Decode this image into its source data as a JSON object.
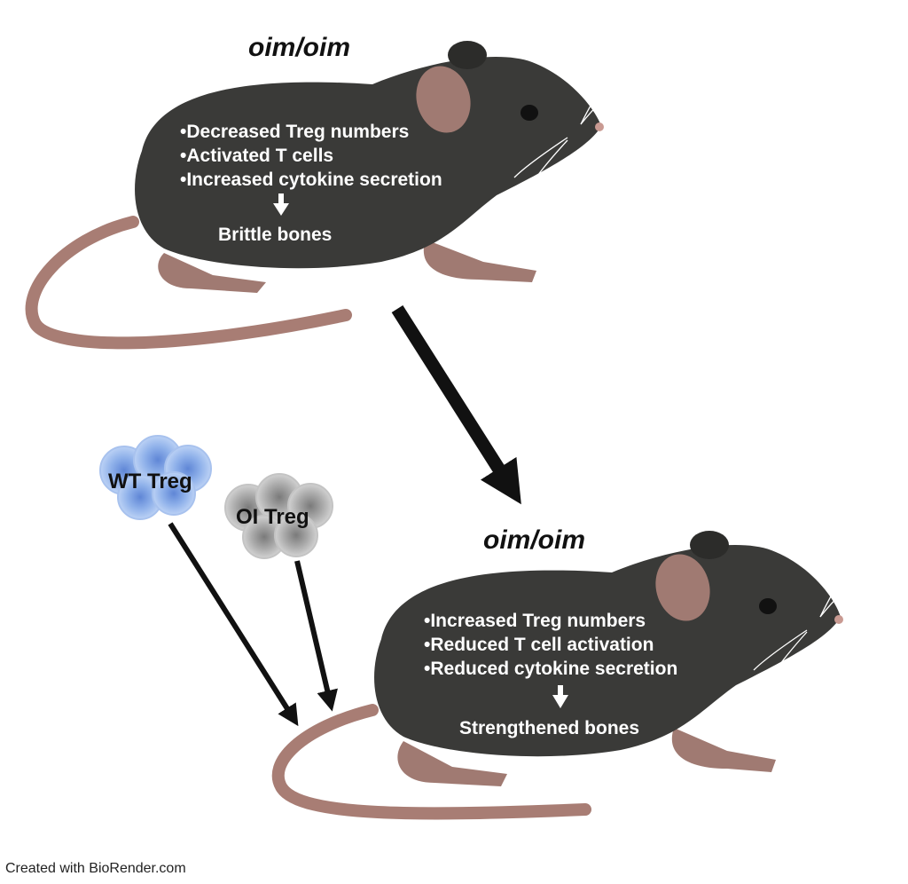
{
  "top_mouse": {
    "genotype": "oim/oim",
    "bullets": [
      "•Decreased Treg numbers",
      "•Activated T cells",
      "•Increased cytokine secretion"
    ],
    "outcome": "Brittle bones"
  },
  "bottom_mouse": {
    "genotype": "oim/oim",
    "bullets": [
      "•Increased Treg numbers",
      "•Reduced T cell activation",
      "•Reduced cytokine secretion"
    ],
    "outcome": "Strengthened bones"
  },
  "cells": {
    "wt_label": "WT Treg",
    "oi_label": "OI Treg"
  },
  "footer": "Created with BioRender.com",
  "colors": {
    "mouse_body": "#3a3a38",
    "mouse_skin": "#a07a72",
    "tail": "#a87d74",
    "arrow": "#111111",
    "wt_cell": "#8fb1ea",
    "oi_cell": "#b0b0b0"
  }
}
